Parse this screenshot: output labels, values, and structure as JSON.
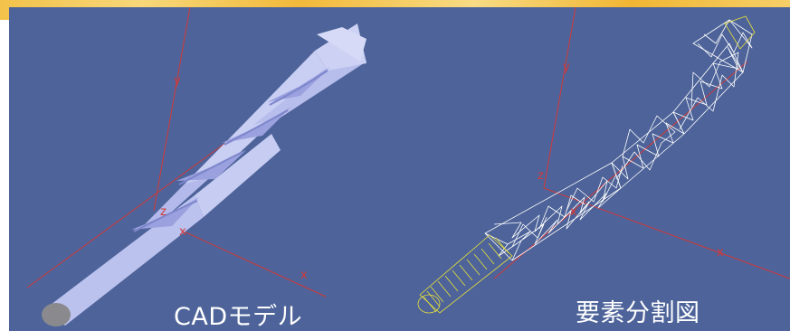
{
  "captions": {
    "cad_model": "CADモデル",
    "mesh_division": "要素分割図"
  },
  "axis_labels": {
    "cad": {
      "y": "y",
      "z": "z",
      "x_near": "x",
      "x_far": "x"
    },
    "mesh": {
      "y": "y",
      "z": "z",
      "x_near": "x",
      "x_far": "x"
    }
  },
  "colors": {
    "background": "#4d6399",
    "drill_body": "#bcc2ee",
    "axis": "#d23a3a",
    "mesh_line": "#ffffff",
    "shank_mesh": "#e9e23a",
    "top_band": "#f3c24a"
  }
}
